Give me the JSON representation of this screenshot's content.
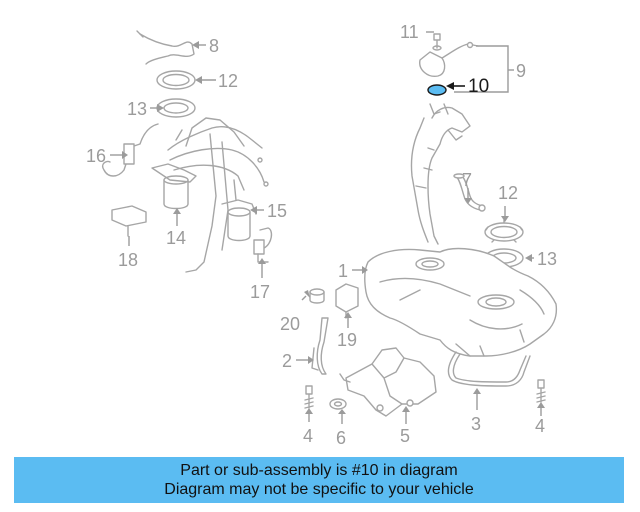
{
  "callouts": [
    "1",
    "2",
    "3",
    "4",
    "4",
    "5",
    "6",
    "7",
    "8",
    "9",
    "10",
    "11",
    "12",
    "12",
    "13",
    "13",
    "14",
    "15",
    "16",
    "17",
    "18",
    "19",
    "20"
  ],
  "highlighted_part": "10",
  "highlight_color": "#5bbcf2",
  "banner": {
    "line1": "Part or sub-assembly is #10 in diagram",
    "line2": "Diagram may not be specific to your vehicle"
  }
}
